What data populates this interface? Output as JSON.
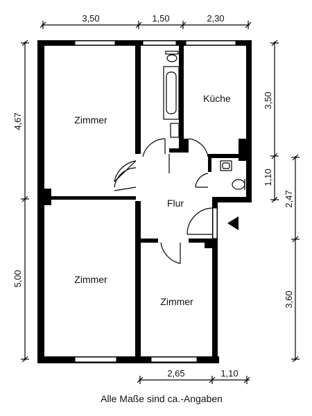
{
  "rooms": {
    "zimmer_top_left": "Zimmer",
    "kueche": "Küche",
    "flur": "Flur",
    "zimmer_bottom_left": "Zimmer",
    "zimmer_bottom_right": "Zimmer"
  },
  "dimensions": {
    "top_1": "3,50",
    "top_2": "1,50",
    "top_3": "2,30",
    "left_1": "4,67",
    "left_2": "5,00",
    "right_1": "3,50",
    "right_2": "1,10",
    "right_3": "2,47",
    "right_4": "3,60",
    "bottom_1": "2,65",
    "bottom_2": "1,10"
  },
  "caption": "Alle Maße sind ca.-Angaben"
}
